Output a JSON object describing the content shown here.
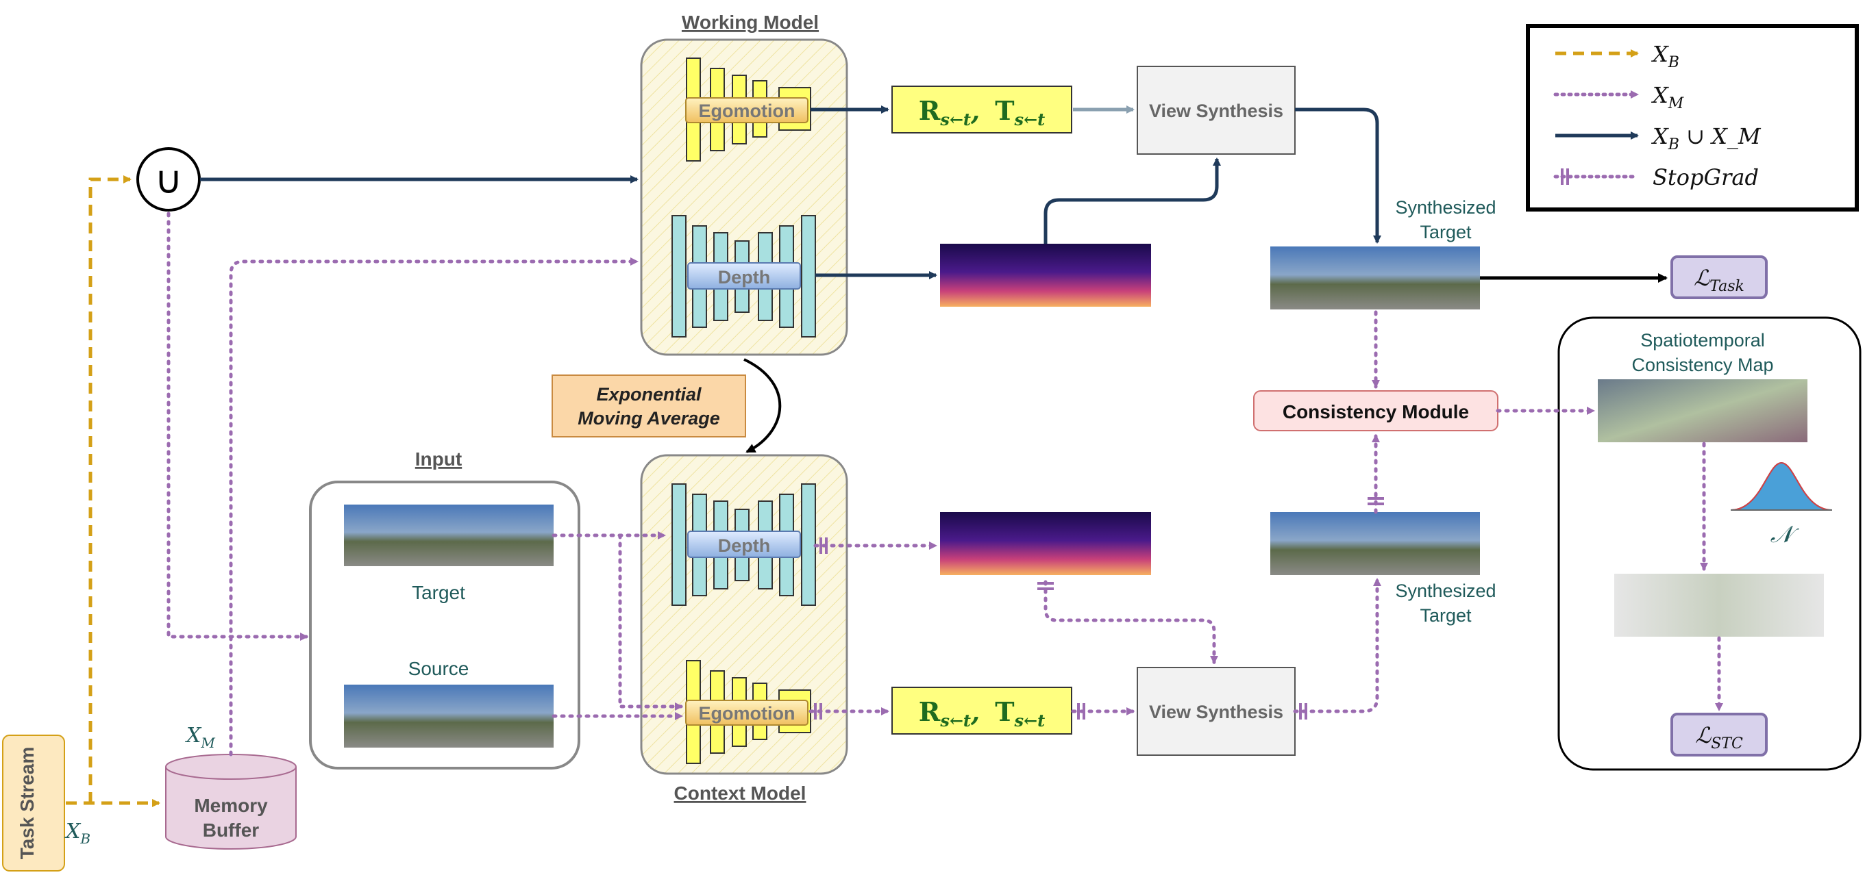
{
  "labels": {
    "working_model": "Working Model",
    "context_model": "Context Model",
    "input": "Input",
    "target": "Target",
    "source": "Source",
    "synth_target_top_l1": "Synthesized",
    "synth_target_top_l2": "Target",
    "synth_target_bot_l1": "Synthesized",
    "synth_target_bot_l2": "Target",
    "ema_l1": "Exponential",
    "ema_l2": "Moving Average",
    "view_synthesis_top": "View Synthesis",
    "view_synthesis_bot": "View Synthesis",
    "consistency_module": "Consistency Module",
    "spatiotemporal_l1": "Spatiotemporal",
    "spatiotemporal_l2": "Consistency Map",
    "task_stream": "Task Stream",
    "memory_buffer_l1": "Memory",
    "memory_buffer_l2": "Buffer",
    "egomotion_top": "Egomotion",
    "egomotion_bot": "Egomotion",
    "depth_top": "Depth",
    "depth_bot": "Depth",
    "x_m_memory": "X_M",
    "x_b_task": "X_B",
    "union_symbol": "∪",
    "normal_symbol": "𝒩"
  },
  "pose_formula": {
    "R": "R",
    "R_sub": "s←t",
    "sep": ",",
    "T": "T",
    "T_sub": "s←t"
  },
  "losses": {
    "task": {
      "main": "ℒ",
      "sub": "Task"
    },
    "stc": {
      "main": "ℒ",
      "sub": "STC"
    }
  },
  "legend": [
    {
      "label": "X",
      "sub": "B",
      "suffix": "",
      "style": "dashed",
      "color": "#d4a017"
    },
    {
      "label": "X",
      "sub": "M",
      "suffix": "",
      "style": "dotted",
      "color": "#9b6bb0"
    },
    {
      "label": "X",
      "sub": "B",
      "suffix": " ∪ X_M",
      "style": "solid",
      "color": "#1f3a5a"
    },
    {
      "label": "StopGrad",
      "sub": "",
      "suffix": "",
      "style": "stopgrad",
      "color": "#9b6bb0"
    }
  ],
  "colors": {
    "dark_navy": "#1f3a5a",
    "purple": "#9b6bb0",
    "gold": "#d4a017",
    "yellow_block": "#ffff66",
    "teal_block": "#a8e0e0",
    "pose_fill": "#ffff80",
    "pose_text": "#1f6b1f",
    "ema_fill": "#fbd7a8",
    "consistency_fill": "#fde2e2",
    "loss_fill": "#d8d2ec",
    "memory_fill": "#ead3e2",
    "teal_text": "#1f5a5a"
  }
}
